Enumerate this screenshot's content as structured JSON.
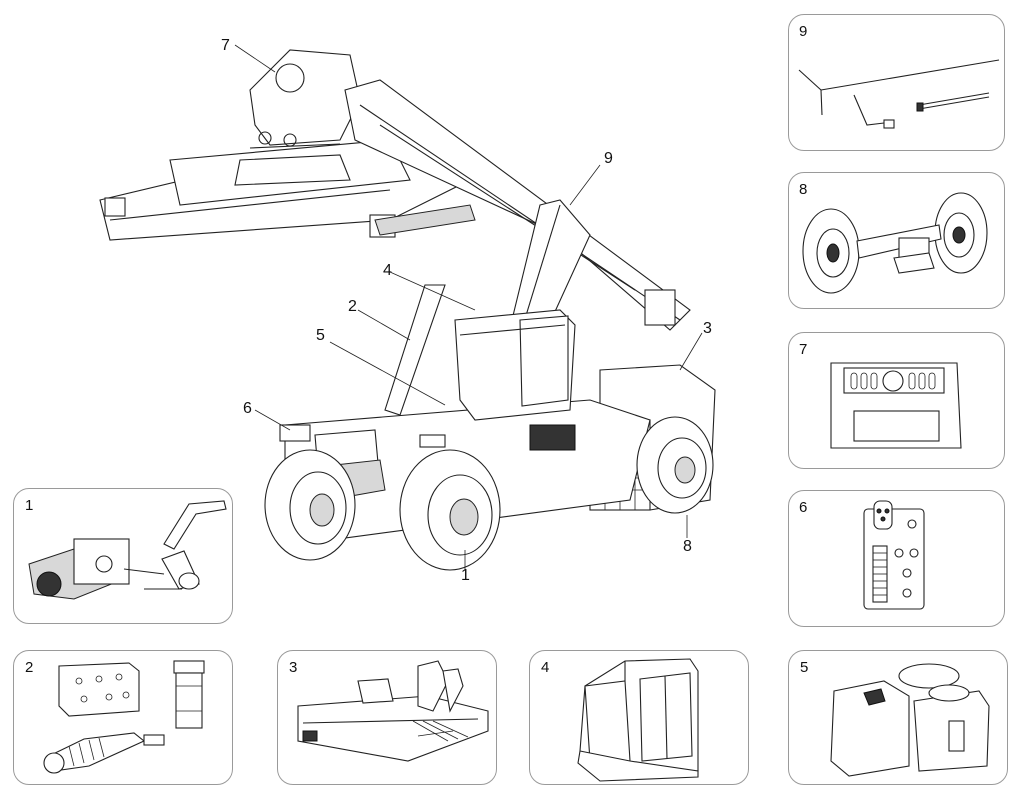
{
  "main_callouts": [
    "7",
    "9",
    "4",
    "2",
    "5",
    "3",
    "6",
    "8",
    "1"
  ],
  "panels": [
    {
      "number": "1"
    },
    {
      "number": "2"
    },
    {
      "number": "3"
    },
    {
      "number": "4"
    },
    {
      "number": "5"
    },
    {
      "number": "9"
    },
    {
      "number": "8"
    },
    {
      "number": "7"
    },
    {
      "number": "6"
    }
  ]
}
